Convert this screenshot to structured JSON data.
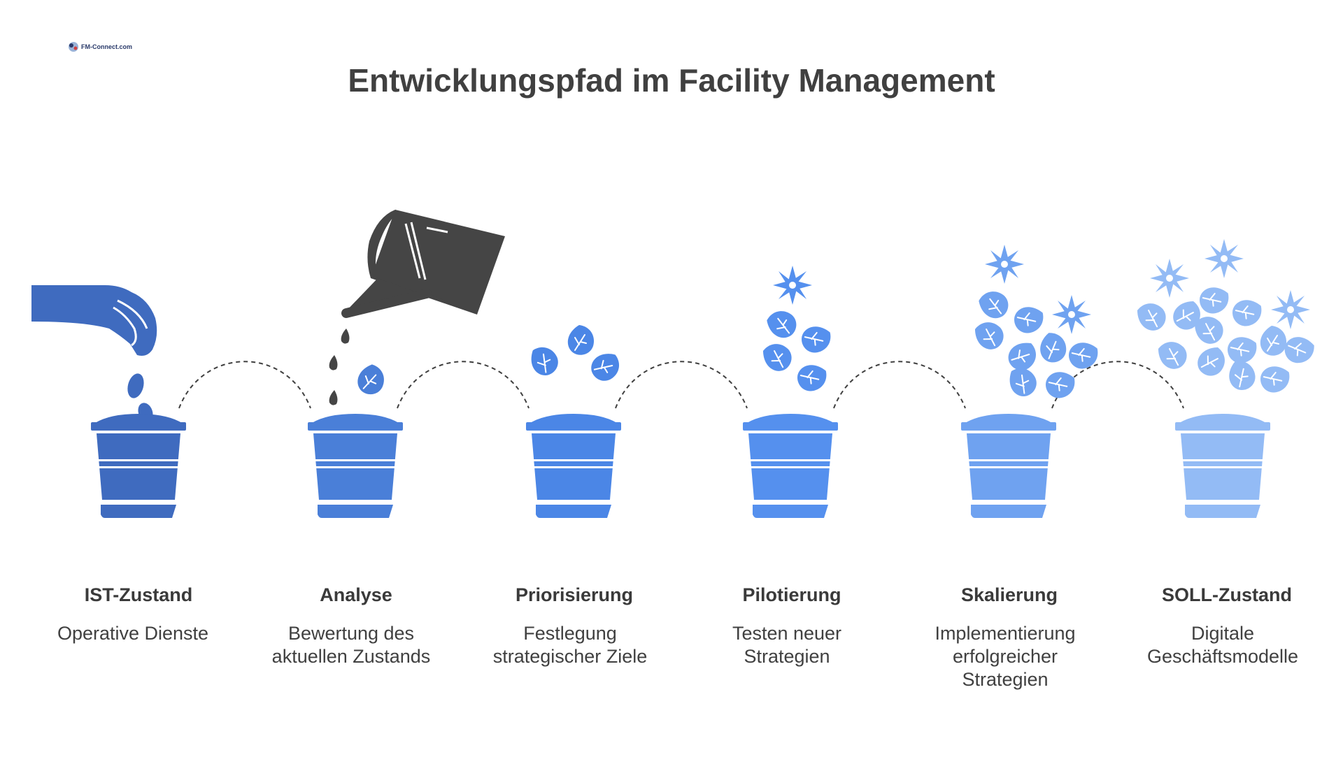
{
  "title": "Entwicklungspfad im Facility Management",
  "logo": {
    "text": "FM-Connect.com",
    "icon": "logo-icon"
  },
  "colors": {
    "pot_1": "#3f6bbf",
    "pot_2": "#4a7fd8",
    "pot_3": "#4b86e6",
    "pot_4": "#5590ee",
    "pot_5": "#6fa2f0",
    "pot_6": "#93bbf5",
    "can": "#454545",
    "connector": "#404040"
  },
  "steps": [
    {
      "label": "IST-Zustand",
      "description": "Operative Dienste",
      "icon": "hand-planting-seeds-icon"
    },
    {
      "label": "Analyse",
      "description": "Bewertung des\naktuellen Zustands",
      "icon": "watering-can-icon"
    },
    {
      "label": "Priorisierung",
      "description": "Festlegung\nstrategischer Ziele",
      "icon": "sprouting-leaves-icon"
    },
    {
      "label": "Pilotierung",
      "description": "Testen neuer\nStrategien",
      "icon": "leaves-and-flower-icon"
    },
    {
      "label": "Skalierung",
      "description": "Implementierung\nerfolgreicher\nStrategien",
      "icon": "growing-plant-icon"
    },
    {
      "label": "SOLL-Zustand",
      "description": "Digitale\nGeschäftsmodelle",
      "icon": "full-bloom-plant-icon"
    }
  ]
}
